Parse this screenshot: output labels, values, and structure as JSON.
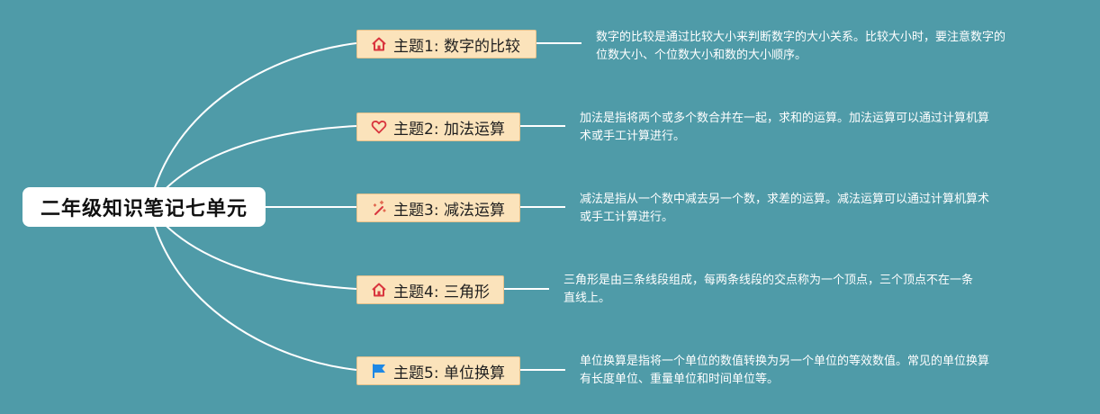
{
  "root": {
    "title": "二年级知识笔记七单元"
  },
  "topics": [
    {
      "icon": "house-icon",
      "label": "主题1: 数字的比较",
      "note": [
        "数字的比较是通过比较大小来判断数字的大小关系。比较大小时，要注意数字的",
        "位数大小、个位数大小和数的大小顺序。"
      ]
    },
    {
      "icon": "heart-icon",
      "label": "主题2: 加法运算",
      "note": [
        "加法是指将两个或多个数合并在一起，求和的运算。加法运算可以通过计算机算",
        "术或手工计算进行。"
      ]
    },
    {
      "icon": "magic-wand-icon",
      "label": "主题3: 减法运算",
      "note": [
        "减法是指从一个数中减去另一个数，求差的运算。减法运算可以通过计算机算术",
        "或手工计算进行。"
      ]
    },
    {
      "icon": "house-icon",
      "label": "主题4: 三角形",
      "note": [
        "三角形是由三条线段组成，每两条线段的交点称为一个顶点，三个顶点不在一条",
        "直线上。"
      ]
    },
    {
      "icon": "flag-icon",
      "label": "主题5: 单位换算",
      "note": [
        "单位换算是指将一个单位的数值转换为另一个单位的等效数值。常见的单位换算",
        "有长度单位、重量单位和时间单位等。"
      ]
    }
  ],
  "colors": {
    "background": "#4f9ba8",
    "topic_fill": "#fbe3bb",
    "icon_red": "#d9363e",
    "icon_blue": "#1e88e5"
  }
}
